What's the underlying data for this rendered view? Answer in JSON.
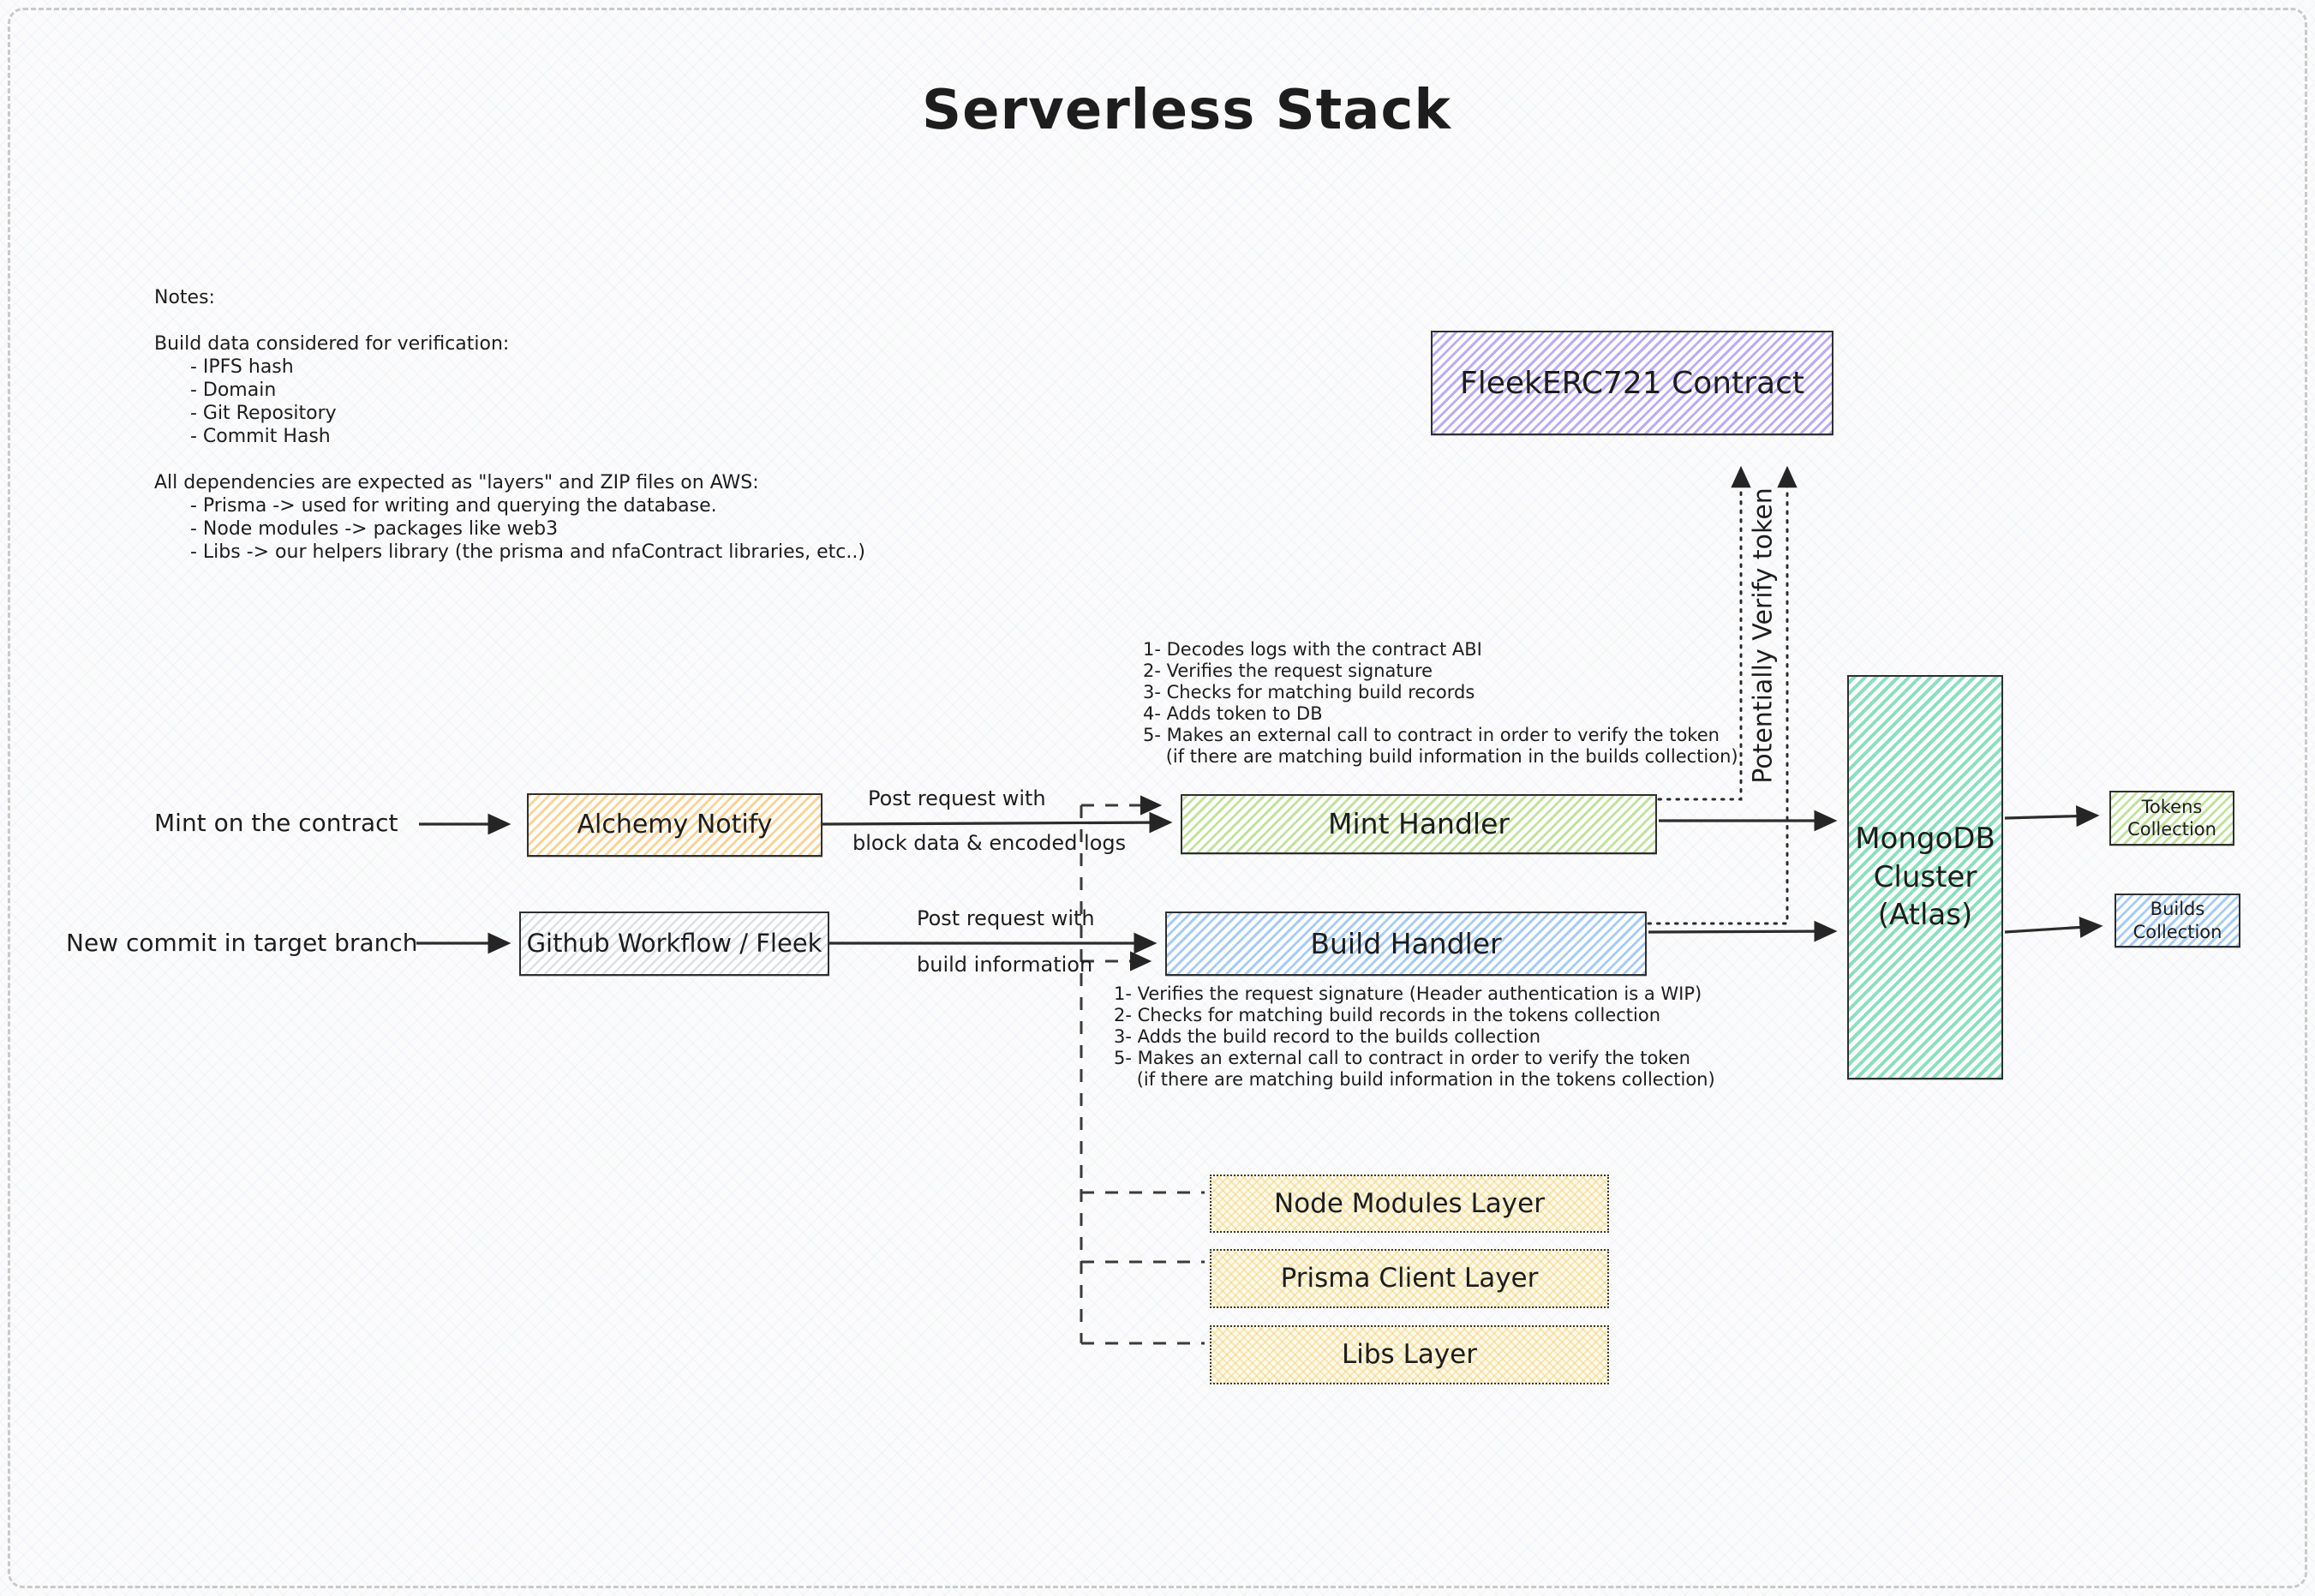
{
  "title": "Serverless Stack",
  "notes": {
    "text": "Notes:\n\nBuild data considered for verification:\n      - IPFS hash\n      - Domain\n      - Git Repository\n      - Commit Hash\n\nAll dependencies are expected as \"layers\" and ZIP files on AWS:\n      - Prisma -> used for writing and querying the database.\n      - Node modules -> packages like web3\n      - Libs -> our helpers library (the prisma and nfaContract libraries, etc..)"
  },
  "nodes": {
    "contract": {
      "label": "FleekERC721 Contract",
      "color": "#907ae9"
    },
    "alchemy": {
      "label": "Alchemy Notify",
      "color": "#f2b858"
    },
    "github": {
      "label": "Github Workflow / Fleek",
      "color": "#969eaf"
    },
    "mint_handler": {
      "label": "Mint Handler",
      "color": "#92c955",
      "steps": "1- Decodes logs with the contract ABI\n2- Verifies the request signature\n3- Checks for matching build records\n4- Adds token to DB\n5- Makes an external call to contract in order to verify the token\n    (if there are matching build information in the builds collection)"
    },
    "build_handler": {
      "label": "Build Handler",
      "color": "#60a0e8",
      "steps": "1- Verifies the request signature (Header authentication is a WIP)\n2- Checks for matching build records in the tokens collection\n3- Adds the build record to the builds collection\n5- Makes an external call to contract in order to verify the token\n    (if there are matching build information in the tokens collection)"
    },
    "mongodb": {
      "label": "MongoDB\nCluster\n(Atlas)",
      "color": "#40c894"
    },
    "tokens_collection": {
      "label": "Tokens\nCollection",
      "color": "#92c955"
    },
    "builds_collection": {
      "label": "Builds\nCollection",
      "color": "#60a0e8"
    },
    "node_modules_layer": {
      "label": "Node Modules Layer",
      "color": "#eecd6e"
    },
    "prisma_client_layer": {
      "label": "Prisma Client Layer",
      "color": "#eecd6e"
    },
    "libs_layer": {
      "label": "Libs Layer",
      "color": "#eecd6e"
    }
  },
  "edge_labels": {
    "mint_trigger": "Mint on the contract",
    "commit_trigger": "New commit in target branch",
    "mint_post_line1": "Post request with",
    "mint_post_line2": "block data & encoded logs",
    "build_post_line1": "Post request with",
    "build_post_line2": "build information",
    "verify_token": "Potentially Verify token"
  }
}
